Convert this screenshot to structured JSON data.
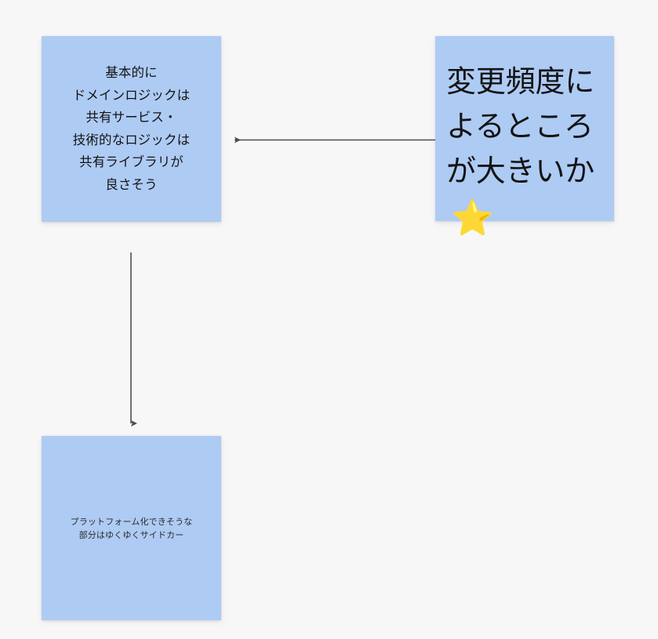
{
  "board": {
    "background_color": "#f7f7f7",
    "note_color": "#aecbf4"
  },
  "notes": [
    {
      "id": "domain-logic",
      "text": "基本的に\nドメインロジックは\n共有サービス・\n技術的なロジックは\n共有ライブラリが\n良さそう",
      "text_color": "#141414",
      "align": "center",
      "font_size": "16.5px"
    },
    {
      "id": "change-frequency",
      "text": "変更頻度に\nよるところ\nが大きいか",
      "emoji": "⭐",
      "emoji_name": "star-emoji",
      "text_color": "#141414",
      "align": "left",
      "font_size": "38px"
    },
    {
      "id": "platform-sidecar",
      "text": "プラットフォーム化できそうな\n部分はゆくゆくサイドカー",
      "text_color": "#2b2b2b",
      "align": "center",
      "font_size": "11px"
    }
  ],
  "connectors": [
    {
      "id": "change-frequency-to-domain-logic",
      "direction": "left",
      "color": "#4d4d4d",
      "from": "change-frequency",
      "to": "domain-logic"
    },
    {
      "id": "domain-logic-to-platform-sidecar",
      "direction": "down",
      "color": "#4d4d4d",
      "from": "domain-logic",
      "to": "platform-sidecar"
    }
  ]
}
